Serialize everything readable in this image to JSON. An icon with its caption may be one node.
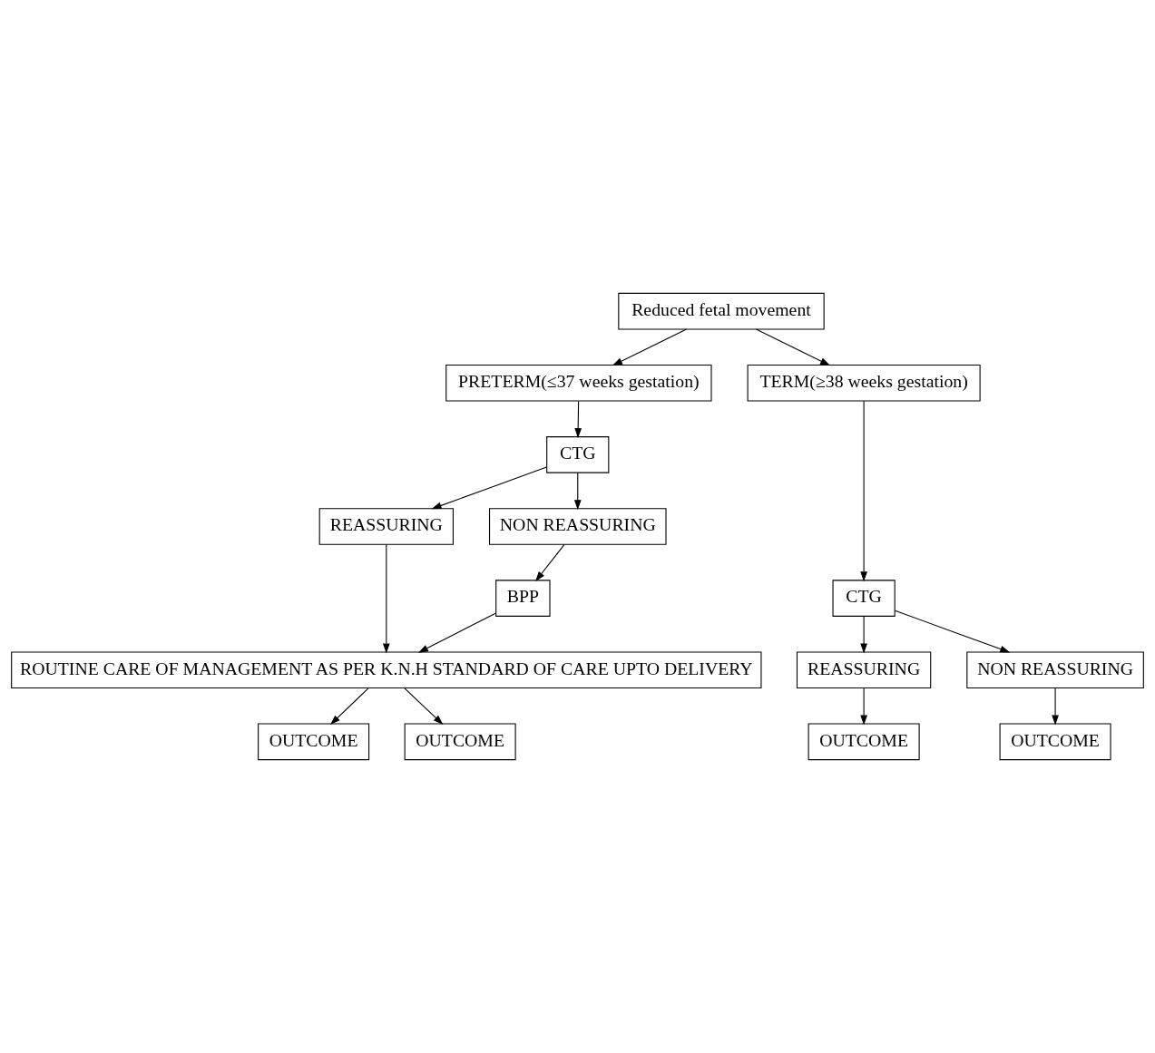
{
  "diagram": {
    "nodes": [
      {
        "text": [
          "Reduced fetal movement"
        ]
      },
      {
        "text": [
          "PRETERM(≤37 weeks gestation)"
        ]
      },
      {
        "text": [
          "TERM(≥38 weeks gestation)"
        ]
      },
      {
        "text": [
          "CTG"
        ]
      },
      {
        "text": [
          "CTG"
        ]
      },
      {
        "text": [
          "REASSURING"
        ]
      },
      {
        "text": [
          "NON REASSURING"
        ]
      },
      {
        "text": [
          "BPP"
        ]
      },
      {
        "text": [
          "REASSURING"
        ]
      },
      {
        "text": [
          "NON REASSURING"
        ]
      },
      {
        "text": [
          "ROUTINE CARE OF MANAGEMENT AS PER K.N.H STANDARD OF CARE UPTO DELIVERY"
        ]
      },
      {
        "text": [
          "OUTCOME"
        ]
      },
      {
        "text": [
          "OUTCOME"
        ]
      },
      {
        "text": [
          "OUTCOME"
        ]
      },
      {
        "text": [
          "OUTCOME"
        ]
      }
    ],
    "edges": [
      {
        "from": 0,
        "to": 1,
        "arrow": "to"
      },
      {
        "from": 0,
        "to": 2,
        "arrow": "to"
      },
      {
        "from": 1,
        "to": 3,
        "arrow": "to"
      },
      {
        "from": 2,
        "to": 4,
        "arrow": "to"
      },
      {
        "from": 3,
        "to": 5,
        "arrow": "to"
      },
      {
        "from": 3,
        "to": 6,
        "arrow": "to"
      },
      {
        "from": 6,
        "to": 7,
        "arrow": "to"
      },
      {
        "from": 5,
        "to": 10,
        "arrow": "to"
      },
      {
        "from": 7,
        "to": 10,
        "arrow": "to"
      },
      {
        "from": 4,
        "to": 8,
        "arrow": "to"
      },
      {
        "from": 4,
        "to": 9,
        "arrow": "to"
      },
      {
        "from": 10,
        "to": 11,
        "arrow": "to"
      },
      {
        "from": 10,
        "to": 12,
        "arrow": "to"
      },
      {
        "from": 8,
        "to": 13,
        "arrow": "to"
      },
      {
        "from": 9,
        "to": 14,
        "arrow": "to"
      }
    ]
  }
}
